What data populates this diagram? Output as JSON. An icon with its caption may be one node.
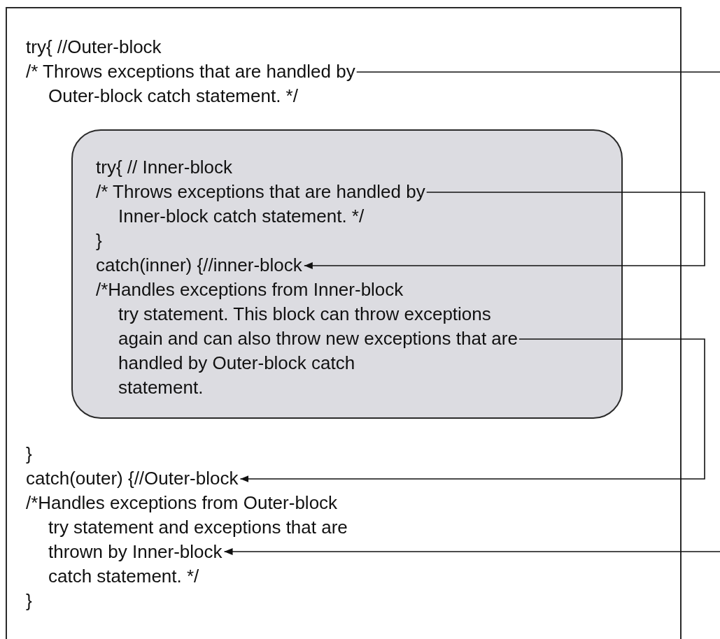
{
  "diagram": {
    "nodes": [
      {
        "text": [],
        "shape": "box"
      },
      {
        "text": [
          "try{ //Outer-block",
          "/* Throws exceptions that are handled by Outer-block catch statement. */"
        ],
        "in": 0
      },
      {
        "text": [],
        "shape": "box",
        "in": 0
      },
      {
        "text": [
          "try{ // Inner-block",
          "/* Throws exceptions that are handled by Inner-block catch statement. */"
        ],
        "in": 2
      },
      {
        "text": [
          "catch(inner) {//inner-block"
        ],
        "in": 2
      },
      {
        "text": [
          "/*Handles exceptions from Inner-block try statement. This block can throw exceptions again and can also throw new exceptions that are handled by Outer-block catch statement."
        ],
        "in": 2
      },
      {
        "text": [
          "catch(outer) {//Outer-block"
        ],
        "in": 0
      },
      {
        "text": [
          "/*Handles exceptions from Outer-block try statement and exceptions that are"
        ],
        "in": 0
      },
      {
        "text": [
          "thrown by Inner-block catch statement. */"
        ],
        "in": 0
      }
    ],
    "edges": [
      {
        "from": 1,
        "to": null,
        "arrow": "none"
      },
      {
        "from": 3,
        "to": 4,
        "arrow": "to"
      },
      {
        "from": 5,
        "to": 6,
        "arrow": "to"
      },
      {
        "from": null,
        "to": 8,
        "arrow": "to"
      }
    ],
    "labels": [
      "}",
      "}",
      "}"
    ]
  }
}
